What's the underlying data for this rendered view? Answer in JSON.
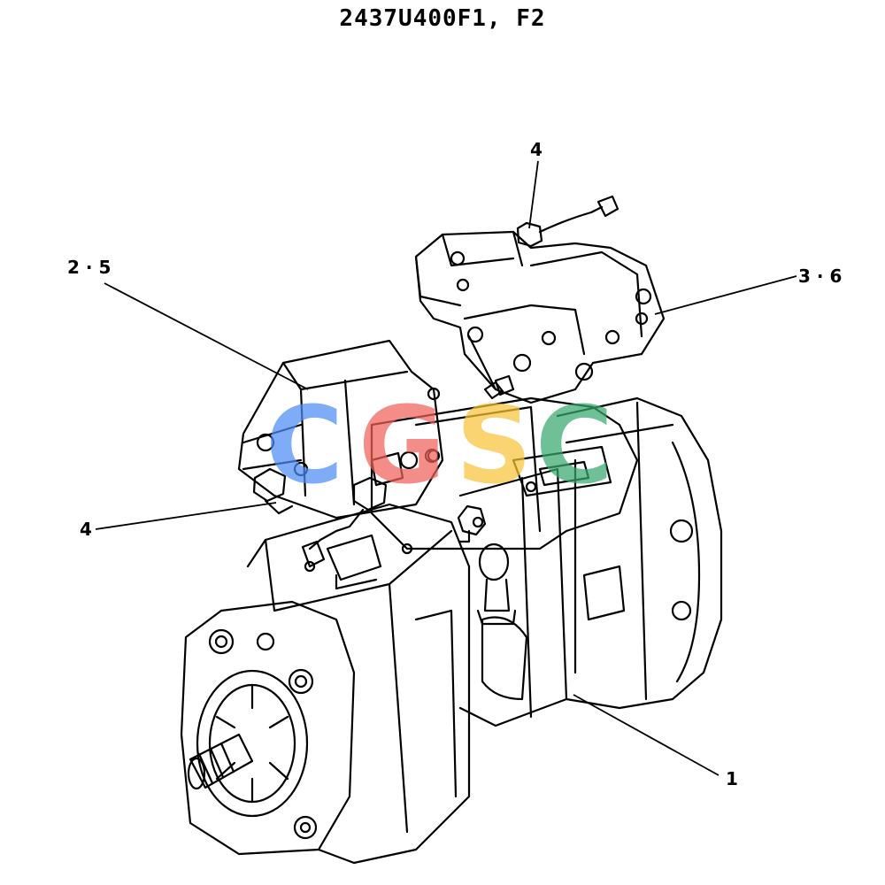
{
  "title": "2437U400F1, F2",
  "callouts": {
    "top": "4",
    "upper_left": "2 · 5",
    "upper_right": "3 · 6",
    "left": "4",
    "bottom_right": "1"
  },
  "watermark": {
    "text": "CGSC",
    "letters": [
      "C",
      "G",
      "S",
      "C"
    ],
    "colors": [
      "#4d8df5",
      "#f0605a",
      "#f7c43a",
      "#39a86e"
    ]
  }
}
